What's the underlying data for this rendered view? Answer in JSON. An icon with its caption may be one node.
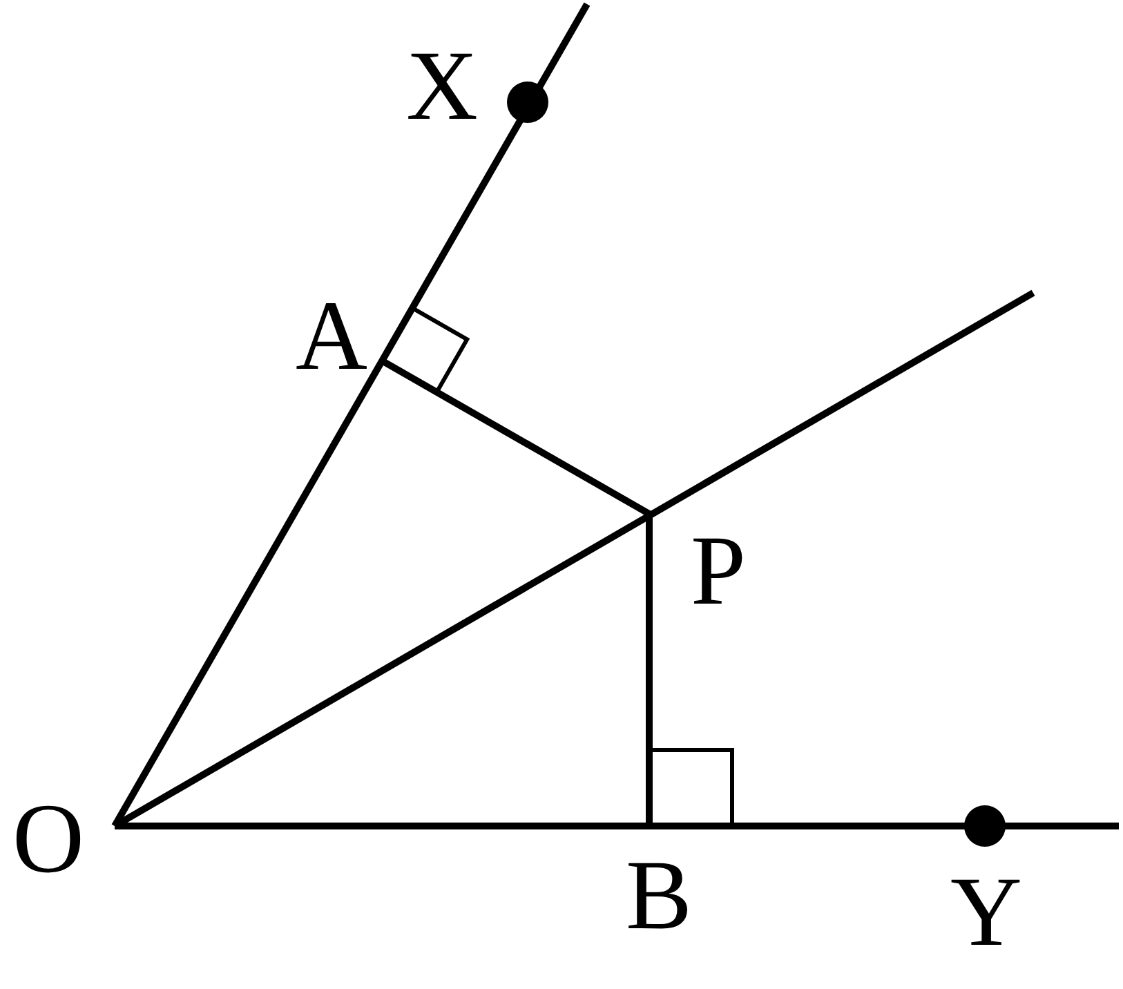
{
  "diagram": {
    "labels": [
      "X",
      "A",
      "P",
      "O",
      "B",
      "Y"
    ]
  }
}
